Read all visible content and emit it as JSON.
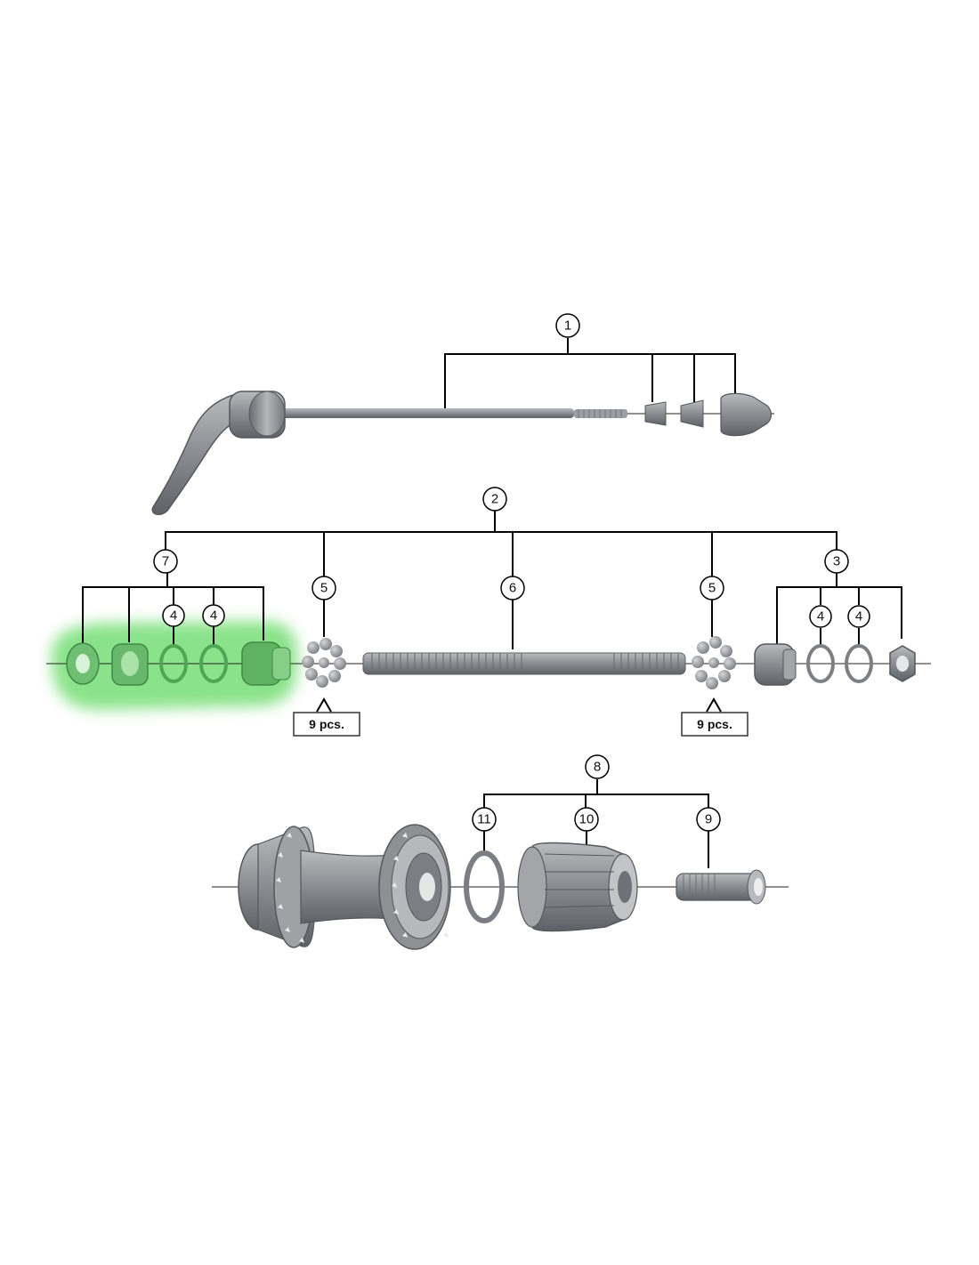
{
  "callouts": {
    "c1": "1",
    "c2": "2",
    "c3": "3",
    "c4a": "4",
    "c4b": "4",
    "c4c": "4",
    "c4d": "4",
    "c5a": "5",
    "c5b": "5",
    "c6": "6",
    "c7": "7",
    "c8": "8",
    "c9": "9",
    "c10": "10",
    "c11": "11"
  },
  "quantity_labels": {
    "left_balls": "9 pcs.",
    "right_balls": "9 pcs."
  },
  "colors": {
    "highlight": "#7ee07e",
    "part_dark": "#6b6e73",
    "part_mid": "#9a9ca0",
    "part_light": "#c9cacc"
  }
}
